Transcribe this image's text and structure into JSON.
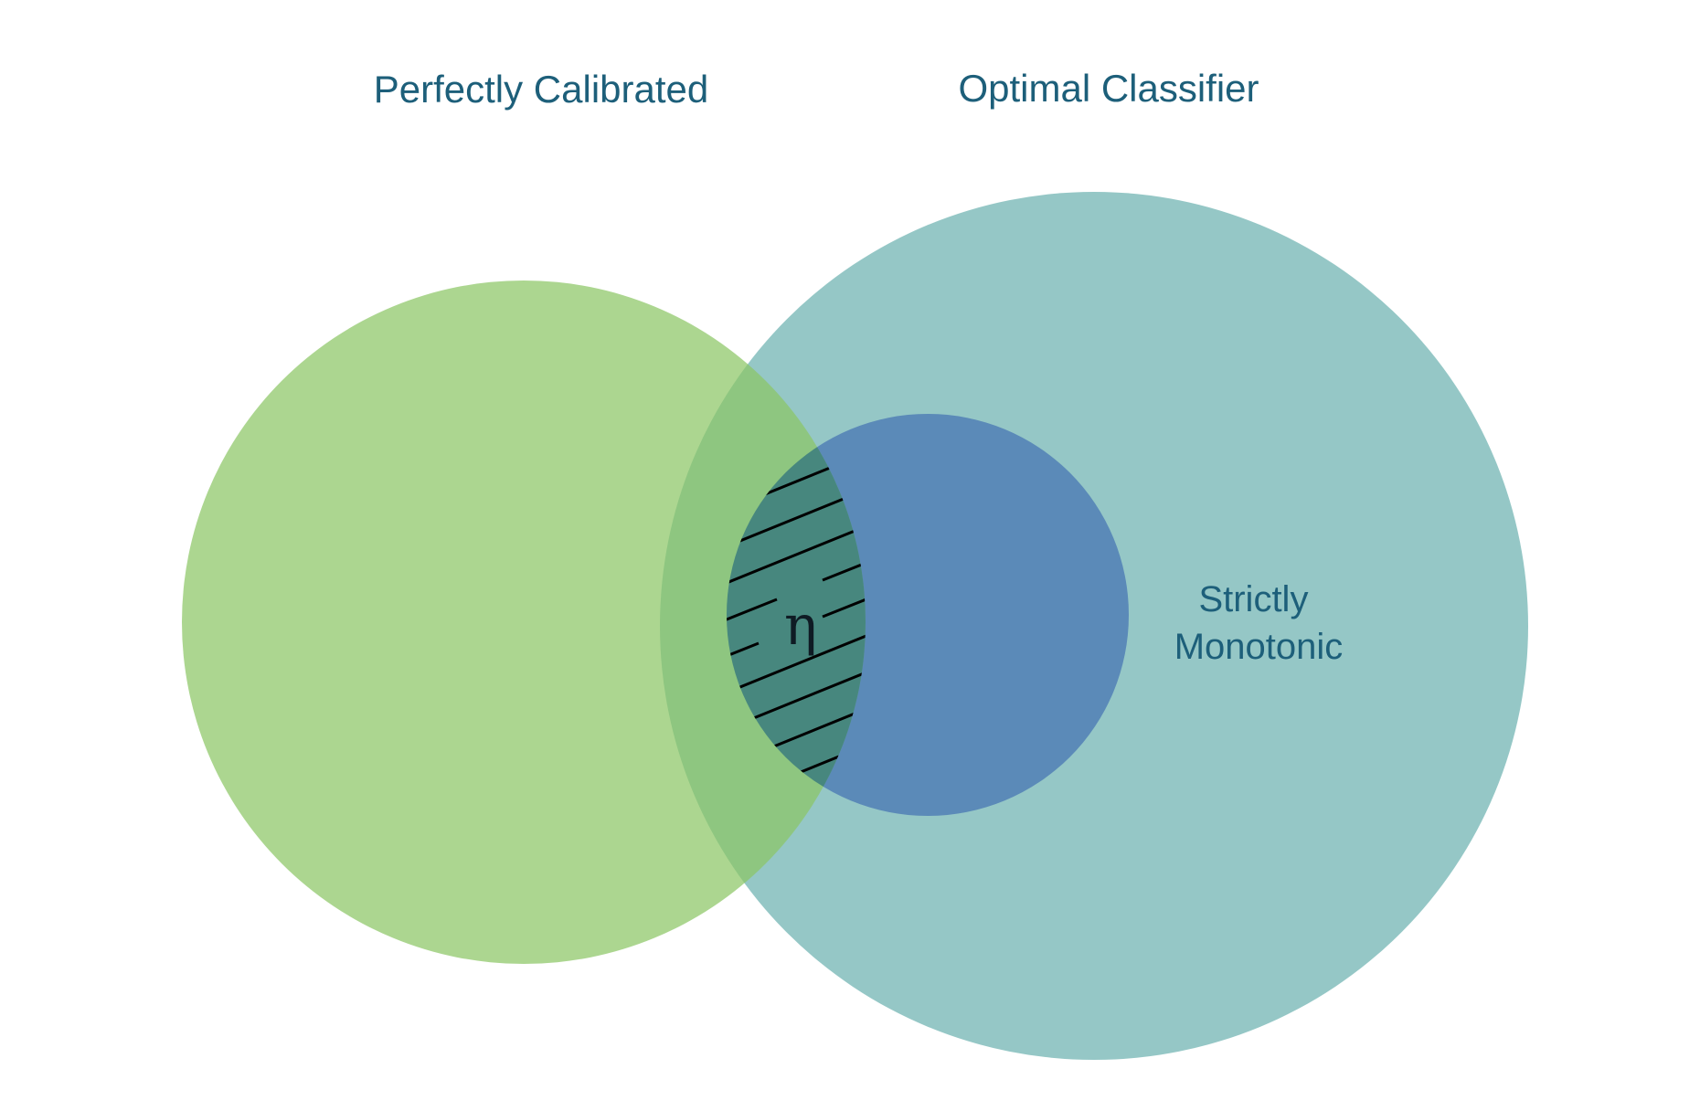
{
  "sets": {
    "calibrated": {
      "label": "Perfectly Calibrated",
      "color": "#8cc665"
    },
    "optimal": {
      "label": "Optimal Classifier",
      "color": "#6cb2b0"
    },
    "monotonic": {
      "label_lines": [
        "Strictly",
        "Monotonic"
      ],
      "color": "#4a79b4"
    }
  },
  "intersection": {
    "symbol": "η",
    "pattern": "diagonal-hatch"
  }
}
